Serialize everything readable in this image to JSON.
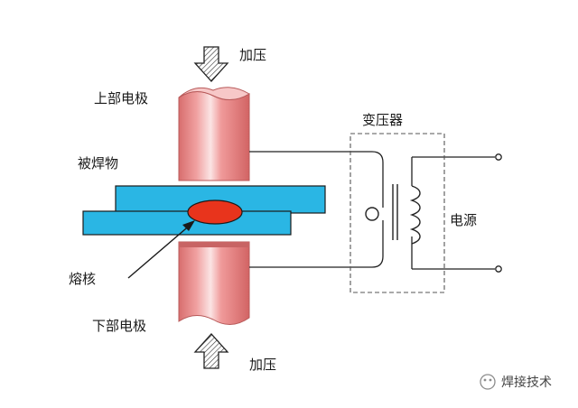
{
  "labels": {
    "pressure_top": "加压",
    "upper_electrode": "上部电极",
    "workpiece": "被焊物",
    "nugget": "熔核",
    "lower_electrode": "下部电极",
    "pressure_bottom": "加压",
    "transformer": "变压器",
    "power_source": "电源"
  },
  "watermark": "焊接技术",
  "colors": {
    "electrode": "#e58888",
    "plate": "#2ab6e4",
    "nugget": "#e8341c",
    "wire": "#222222",
    "dashed_box": "#555555"
  }
}
